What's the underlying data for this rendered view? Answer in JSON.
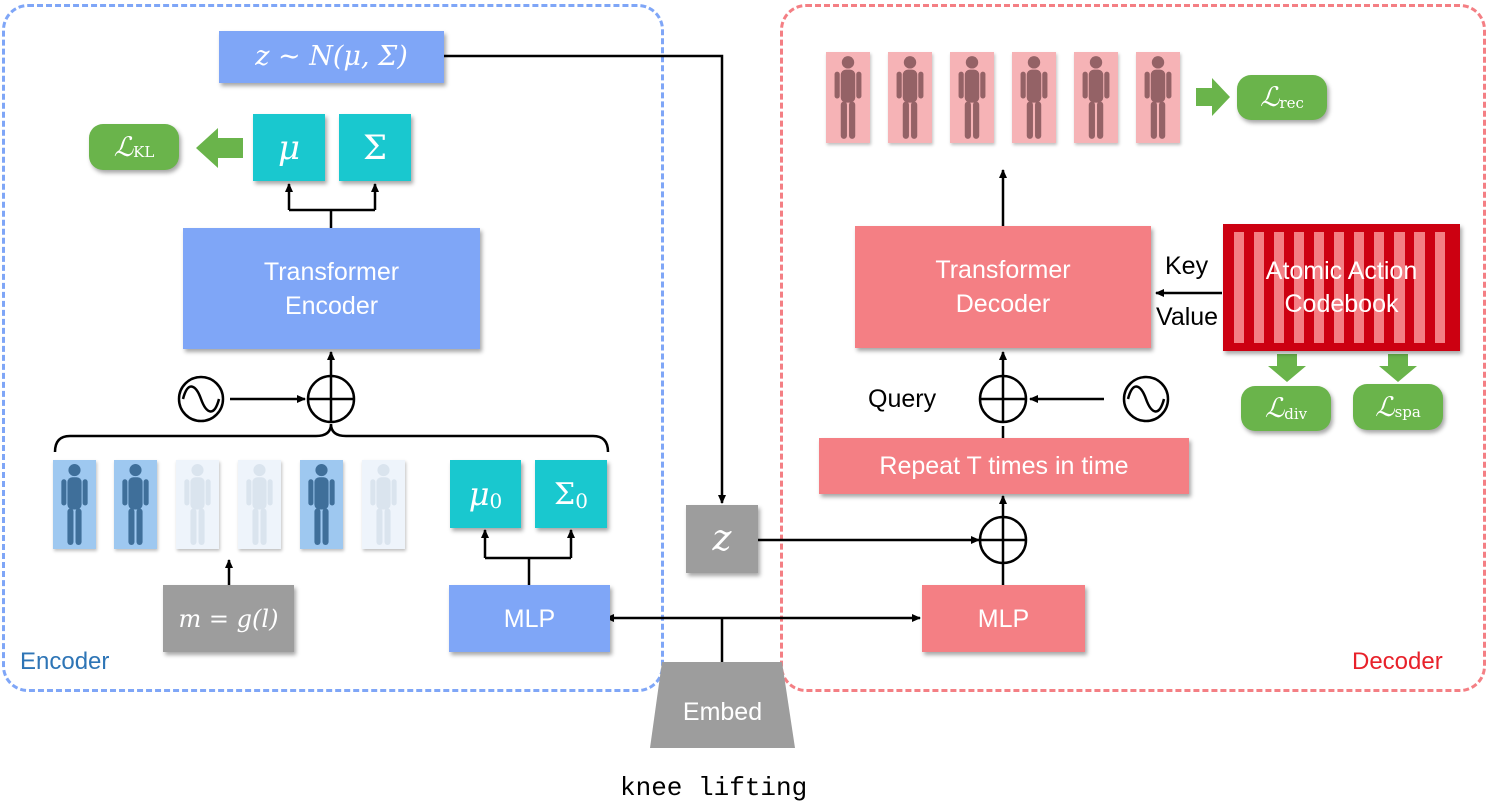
{
  "encoder": {
    "frame_label": "Encoder",
    "latent_label": "z ∼ N(μ, Σ)",
    "mu_label": "μ",
    "sigma_label": "Σ",
    "loss_kl": "ℒ",
    "loss_kl_sub": "KL",
    "transformer_label": "Transformer\nEncoder",
    "mu0_label": "μ",
    "mu0_sub": "0",
    "sigma0_label": "Σ",
    "sigma0_sub": "0",
    "mlp_label": "MLP",
    "mask_label": "m = g(l)"
  },
  "decoder": {
    "frame_label": "Decoder",
    "loss_rec": "ℒ",
    "loss_rec_sub": "rec",
    "transformer_label": "Transformer\nDecoder",
    "key_label": "Key",
    "value_label": "Value",
    "codebook_label": "Atomic Action\nCodebook",
    "loss_div": "ℒ",
    "loss_div_sub": "div",
    "loss_spa": "ℒ",
    "loss_spa_sub": "spa",
    "query_label": "Query",
    "repeat_label": "Repeat T times in time",
    "mlp_label": "MLP"
  },
  "shared": {
    "z_label": "z",
    "embed_label": "Embed",
    "action_text": "knee lifting"
  },
  "colors": {
    "encoder_blue": "#7fa6f7",
    "decoder_red": "#f47f84",
    "teal": "#19c8cf",
    "gray": "#9d9d9d",
    "green": "#6ab44b",
    "codebook_dark_red": "#cc0011",
    "encoder_text": "#2e75b6",
    "decoder_text": "#e8212a"
  }
}
